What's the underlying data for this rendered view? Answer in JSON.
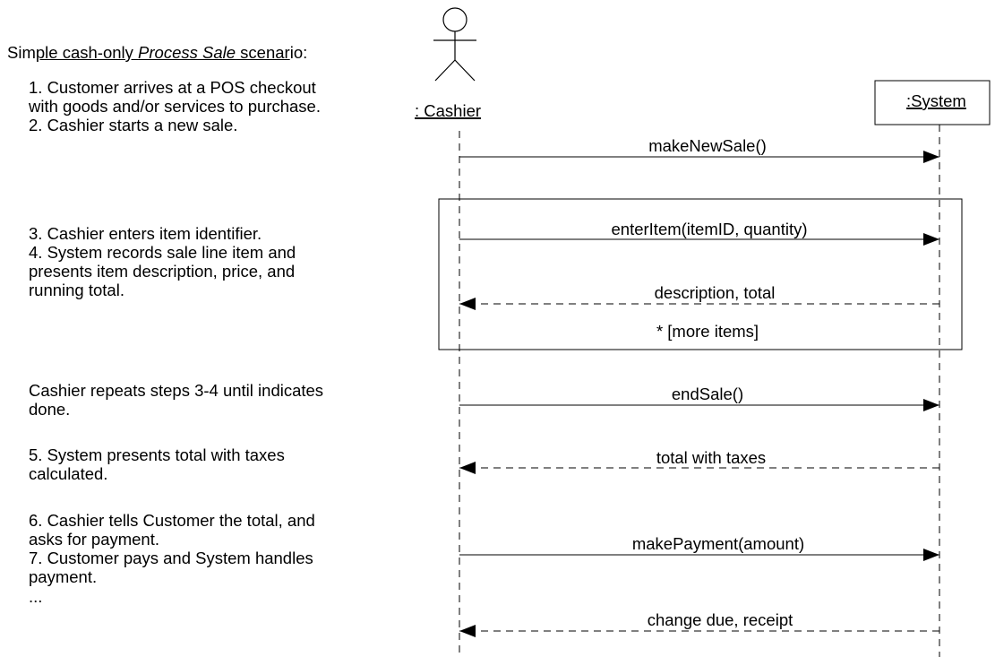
{
  "title": {
    "part1": "Sim",
    "part2": "ple cash-only ",
    "part3": "Process Sale",
    "part4": " scenar",
    "part5": "io:"
  },
  "steps": [
    "1. Customer arrives at a POS checkout",
    "with goods and/or services to purchase.",
    "2. Cashier starts a new sale.",
    "3. Cashier enters item identifier.",
    "4. System records sale line item and",
    "presents item description, price, and",
    "running total.",
    "Cashier repeats steps 3-4 until indicates",
    "done.",
    "5. System presents total with taxes",
    "calculated.",
    "6. Cashier tells Customer the total, and",
    "asks for payment.",
    "7. Customer pays and System handles",
    "payment.",
    "..."
  ],
  "actors": {
    "cashier": ": Cashier",
    "system": ":System"
  },
  "messages": [
    {
      "label": "makeNewSale()",
      "type": "call"
    },
    {
      "label": "enterItem(itemID, quantity)",
      "type": "call"
    },
    {
      "label": "description, total",
      "type": "return"
    },
    {
      "label": "endSale()",
      "type": "call"
    },
    {
      "label": "total with taxes",
      "type": "return"
    },
    {
      "label": "makePayment(amount)",
      "type": "call"
    },
    {
      "label": "change due, receipt",
      "type": "return"
    }
  ],
  "loop": {
    "guard": "* [more items]"
  }
}
